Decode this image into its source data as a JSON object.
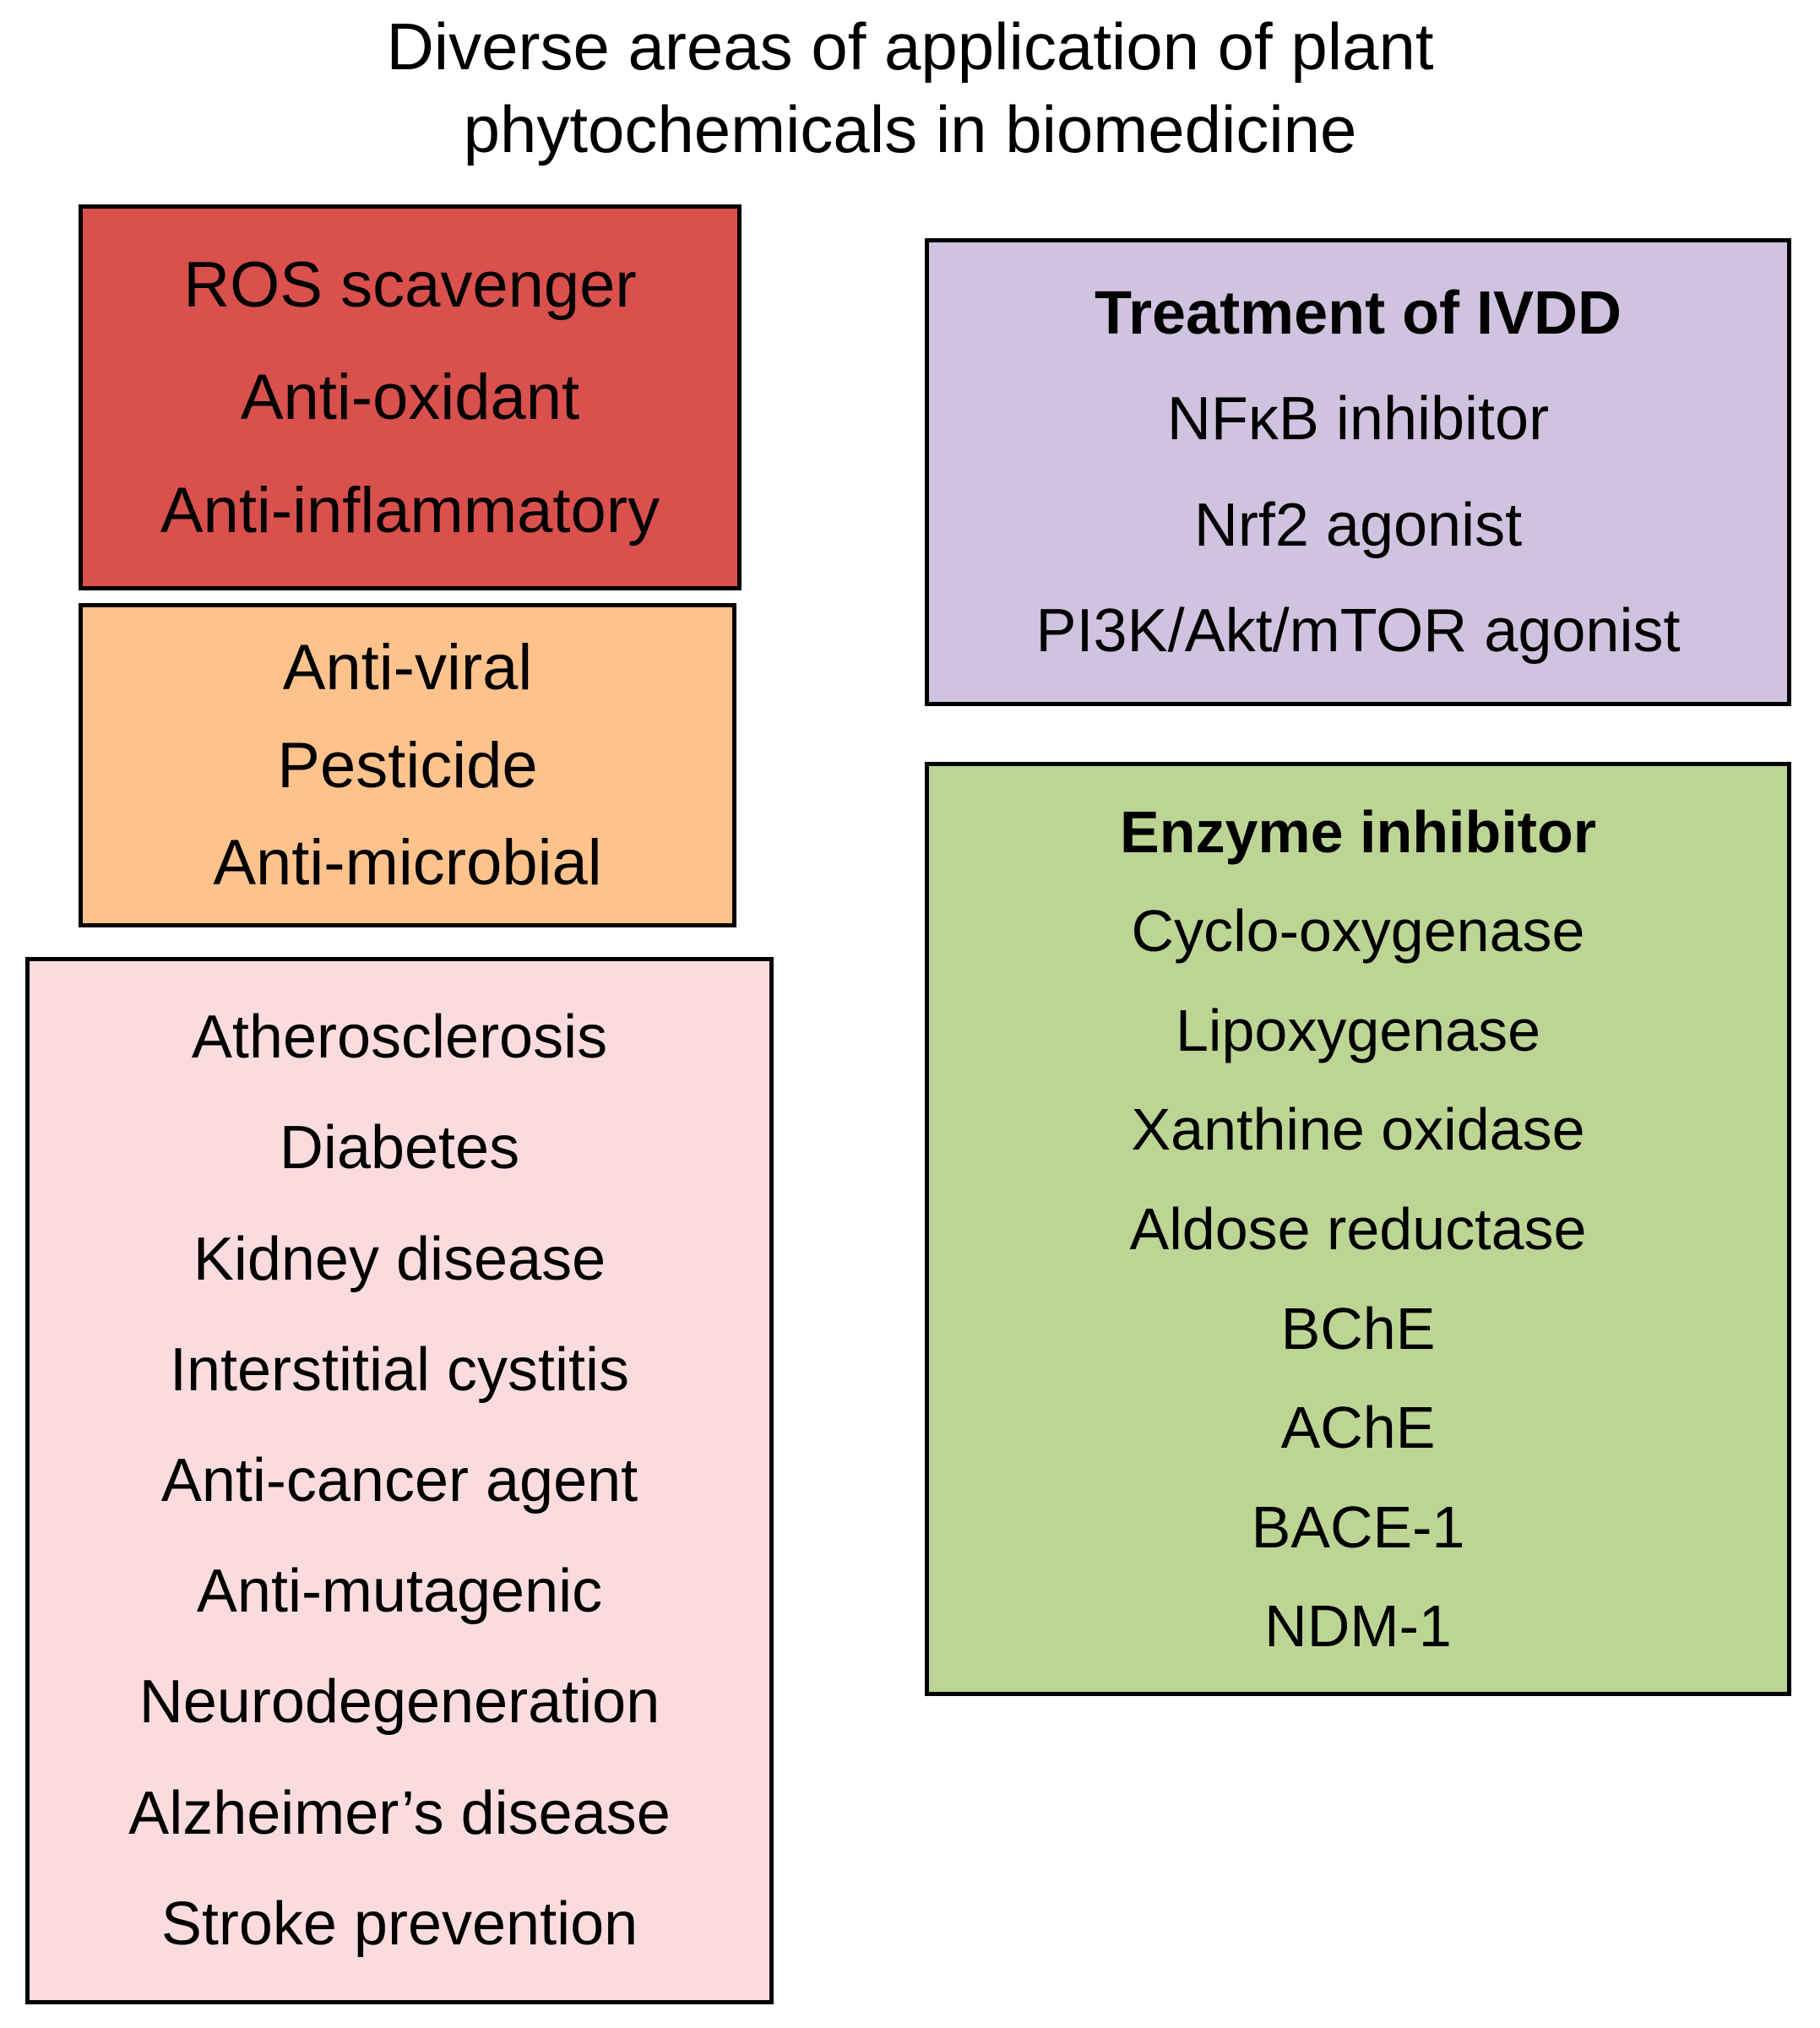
{
  "title": {
    "line1": "Diverse areas of application of plant",
    "line2": "phytochemicals in biomedicine"
  },
  "colors": {
    "red_box_fill": "#D9504D",
    "orange_box_fill": "#FEC28D",
    "pink_box_fill": "#FADCDE",
    "purple_box_fill": "#CFC3DF",
    "green_box_fill": "#BCD594",
    "border": "#000000",
    "text": "#000000",
    "background": "#FFFFFF"
  },
  "boxes": {
    "red": {
      "items": [
        "ROS scavenger",
        "Anti-oxidant",
        "Anti-inflammatory"
      ]
    },
    "orange": {
      "items": [
        "Anti-viral",
        "Pesticide",
        "Anti-microbial"
      ]
    },
    "pink": {
      "items": [
        "Atherosclerosis",
        "Diabetes",
        "Kidney disease",
        "Interstitial cystitis",
        "Anti-cancer agent",
        "Anti-mutagenic",
        "Neurodegeneration",
        "Alzheimer’s disease",
        "Stroke prevention"
      ]
    },
    "purple": {
      "header": "Treatment of IVDD",
      "items": [
        "NFκB inhibitor",
        "Nrf2 agonist",
        "PI3K/Akt/mTOR agonist"
      ]
    },
    "green": {
      "header": "Enzyme inhibitor",
      "items": [
        "Cyclo-oxygenase",
        "Lipoxygenase",
        "Xanthine oxidase",
        "Aldose reductase",
        "BChE",
        "AChE",
        "BACE-1",
        "NDM-1"
      ]
    }
  }
}
